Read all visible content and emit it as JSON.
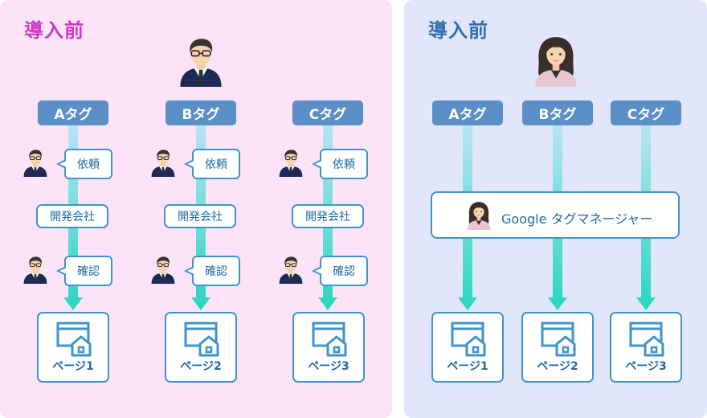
{
  "left": {
    "title": "導入前",
    "columns": [
      {
        "tag": "Aタグ",
        "request": "依頼",
        "company": "開発会社",
        "confirm": "確認",
        "page": "ページ1"
      },
      {
        "tag": "Bタグ",
        "request": "依頼",
        "company": "開発会社",
        "confirm": "確認",
        "page": "ページ2"
      },
      {
        "tag": "Cタグ",
        "request": "依頼",
        "company": "開発会社",
        "confirm": "確認",
        "page": "ページ3"
      }
    ]
  },
  "right": {
    "title": "導入前",
    "gtm_label": "Google タグマネージャー",
    "columns": [
      {
        "tag": "Aタグ",
        "page": "ページ1"
      },
      {
        "tag": "Bタグ",
        "page": "ページ2"
      },
      {
        "tag": "Cタグ",
        "page": "ページ3"
      }
    ]
  },
  "colors": {
    "left_bg": "#fde3f8",
    "right_bg": "#e1e6fb",
    "left_title": "#d236c8",
    "right_title": "#2f6db5",
    "tag_bg": "#5b8fc8",
    "box_border": "#3f95c9",
    "arrow": "#2fd7c2"
  }
}
